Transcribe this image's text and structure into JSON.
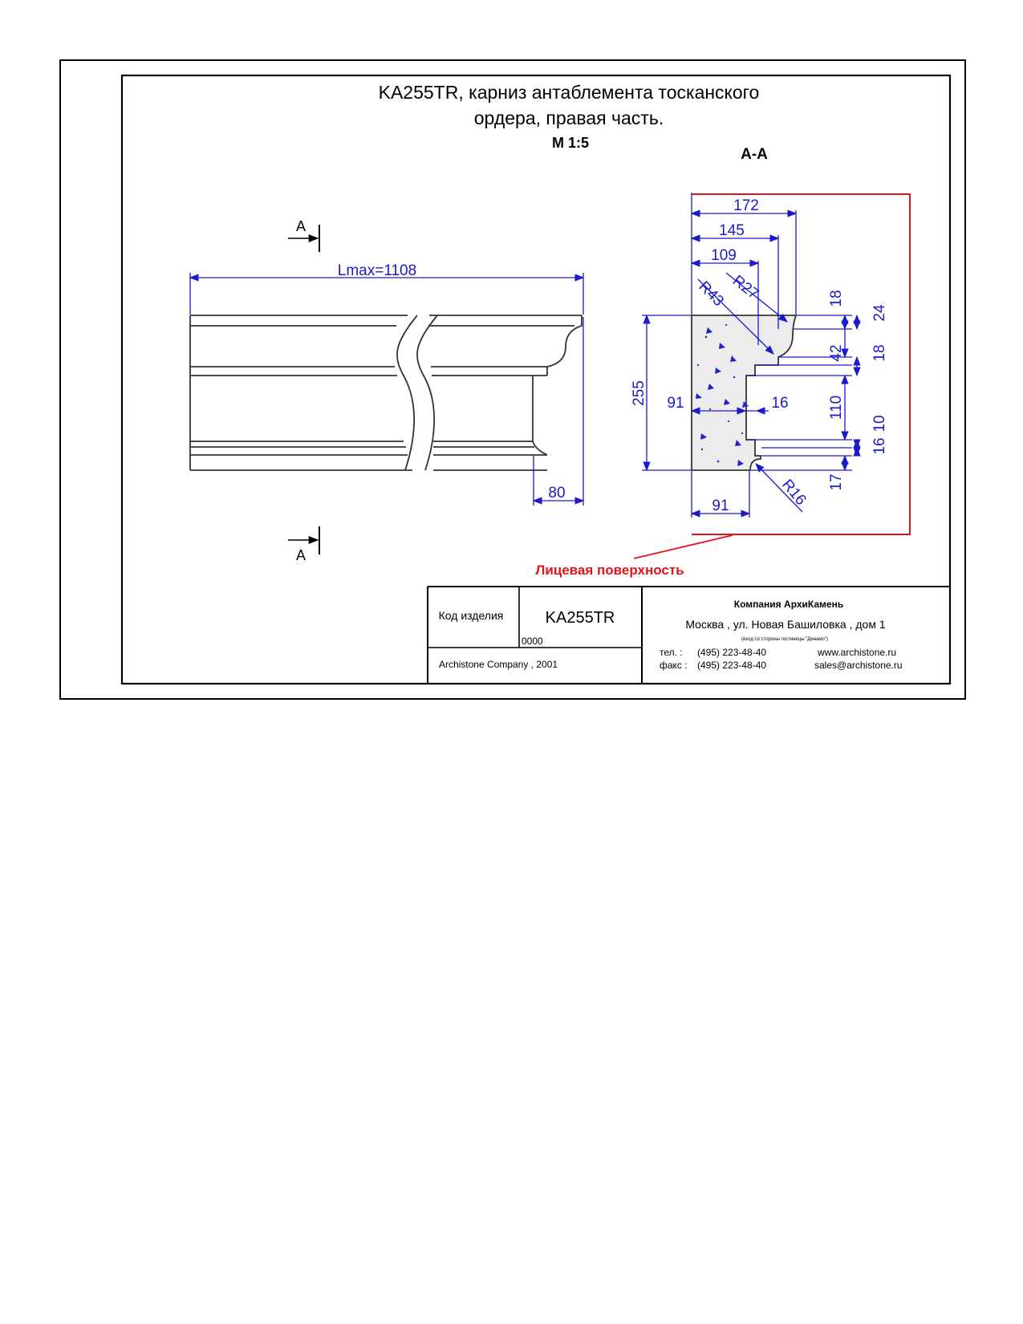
{
  "title": {
    "line1": "KA255TR, карниз антаблемента тосканского",
    "line2": "ордера, правая часть.",
    "scale": "М 1:5"
  },
  "section_label": "А-А",
  "cut_marker": "А",
  "elevation": {
    "length_label": "Lmax=1108",
    "return_dim": "80"
  },
  "section_dims": {
    "top_172": "172",
    "top_145": "145",
    "top_109": "109",
    "r27": "R27",
    "r43": "R43",
    "height_255": "255",
    "w91_mid": "91",
    "w16": "16",
    "w91_bottom": "91",
    "r16": "R16",
    "v18a": "18",
    "v24": "24",
    "v42": "42",
    "v18b": "18",
    "v110": "110",
    "v10": "10",
    "v16": "16",
    "v17": "17"
  },
  "face_label": "Лицевая поверхность",
  "title_block": {
    "code_label": "Код изделия",
    "code_value": "KA255TR",
    "code_number": "0000",
    "copyright": "Archistone  Company ,  2001",
    "company": "Компания  АрхиКамень",
    "address": "Москва , ул. Новая Башиловка , дом 1",
    "address_note": "(вход со стороны гостиницы \"Динамо\")",
    "tel_label": "тел.   :",
    "tel": "(495) 223-48-40",
    "fax_label": "факс :",
    "fax": "(495) 223-48-40",
    "web": "www.archistone.ru",
    "email": "sales@archistone.ru"
  },
  "colors": {
    "dimension": "#1a1acc",
    "face_marker": "#e0141e",
    "frame": "#000000"
  }
}
